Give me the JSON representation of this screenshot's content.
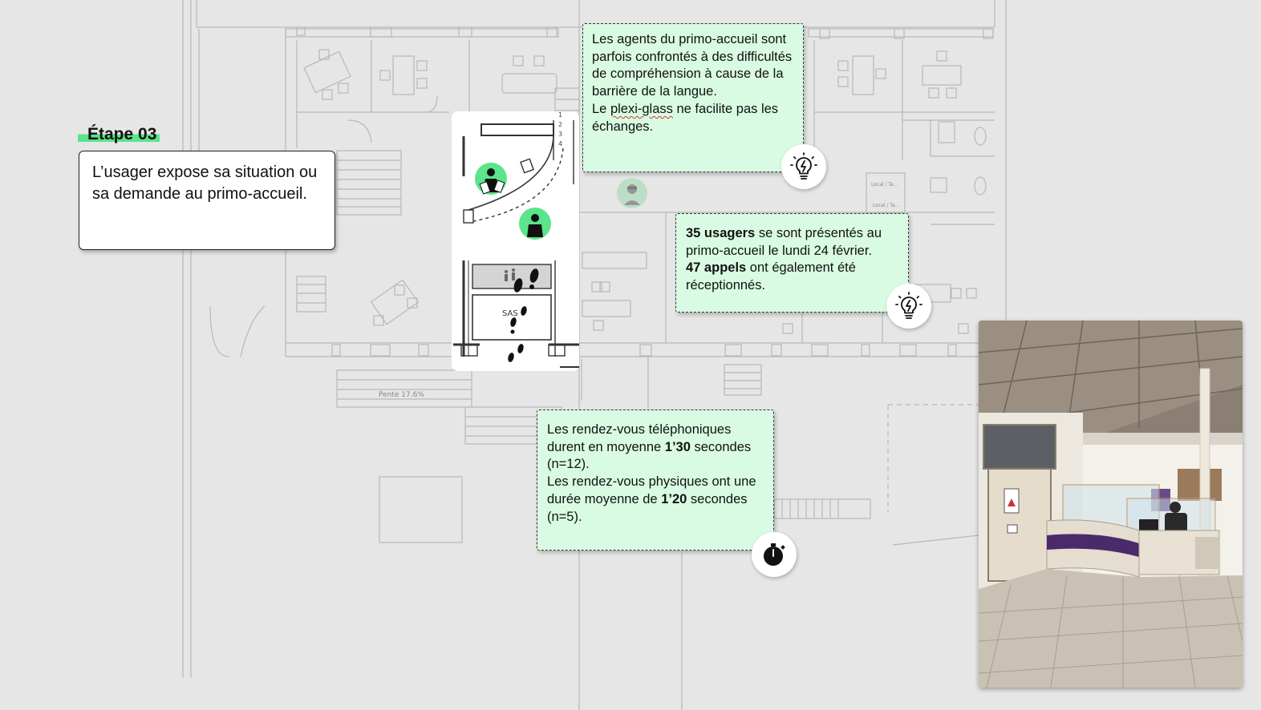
{
  "slide": {
    "step_label": "Étape 03",
    "step_description": "L’usager expose sa situation ou sa demande au primo-accueil."
  },
  "notes": {
    "language_barrier": {
      "line1": "Les agents du primo-accueil sont parfois confrontés à des difficultés de compréhension à cause de la barrière de la langue.",
      "line2_pre": "Le ",
      "line2_underlined": "plexi-glass",
      "line2_post": " ne facilite pas les échanges.",
      "icon": "lightbulb-icon"
    },
    "attendance": {
      "count1_bold": "35 usagers",
      "text1": " se sont présentés au primo-accueil le lundi 24 février.",
      "count2_bold": "47 appels",
      "text2": " ont également été réceptionnés.",
      "icon": "lightbulb-icon"
    },
    "durations": {
      "phone_pre": "Les rendez-vous téléphoniques durent en moyenne ",
      "phone_value": "1’30",
      "phone_post": " secondes (n=12).",
      "visit_pre": "Les rendez-vous physiques ont une durée moyenne de ",
      "visit_value": "1’20",
      "visit_post": " secondes (n=5).",
      "icon": "stopwatch-icon"
    }
  },
  "floorplan": {
    "sas_label": "SAS",
    "slope_label": "Pente 17.6%",
    "stair_numbers": [
      "1",
      "2",
      "3",
      "4"
    ],
    "room_label_1": "Local / Ta...",
    "room_label_2": "Local / Ta..."
  },
  "photo": {
    "subject": "reception-desk-photo"
  },
  "colors": {
    "accent_green": "#5be48a",
    "note_bg": "#d9fbe3",
    "background": "#e6e6e6",
    "desk_purple": "#4a2a6a"
  }
}
